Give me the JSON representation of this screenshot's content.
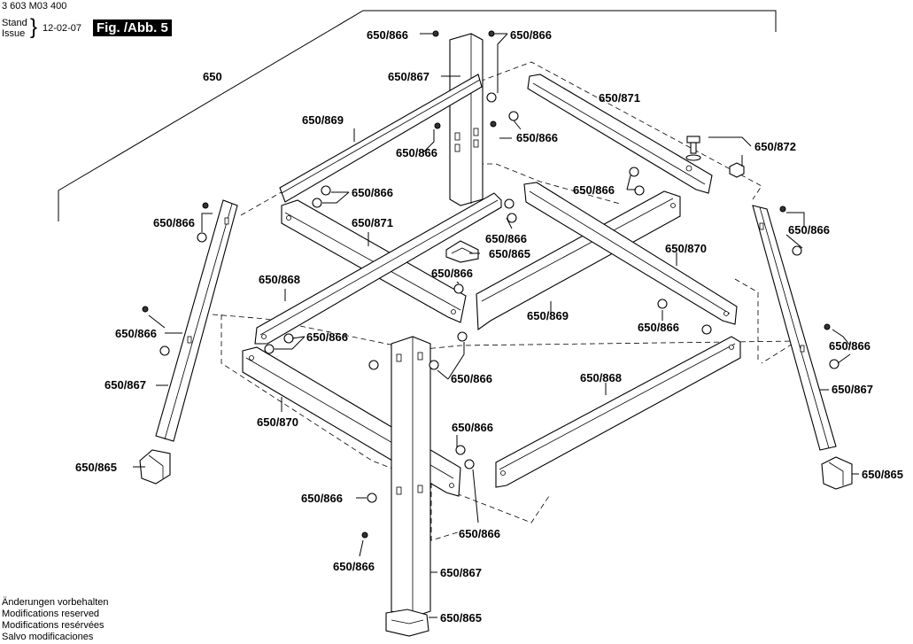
{
  "header": {
    "doc_number": "3 603 M03 400",
    "stand_label": "Stand",
    "issue_label": "Issue",
    "brace": "}",
    "date": "12-02-07",
    "figure_label": "Fig. /Abb. 5"
  },
  "footer": {
    "lines": [
      "Änderungen vorbehalten",
      "Modifications reserved",
      "Modifications resérvées",
      "Salvo modificaciones"
    ]
  },
  "callouts": [
    "650/866",
    "650/866",
    "650",
    "650/867",
    "650/871",
    "650/869",
    "650/866",
    "650/866",
    "650/872",
    "650/866",
    "650/866",
    "650/866",
    "650/871",
    "650/866",
    "650/866",
    "650/865",
    "650/870",
    "650/866",
    "650/868",
    "650/866",
    "650/869",
    "650/866",
    "650/866",
    "650/866",
    "650/866",
    "650/867",
    "650/868",
    "650/867",
    "650/870",
    "650/866",
    "650/865",
    "650/865",
    "650/866",
    "650/866",
    "650/866",
    "650/867",
    "650/865"
  ]
}
